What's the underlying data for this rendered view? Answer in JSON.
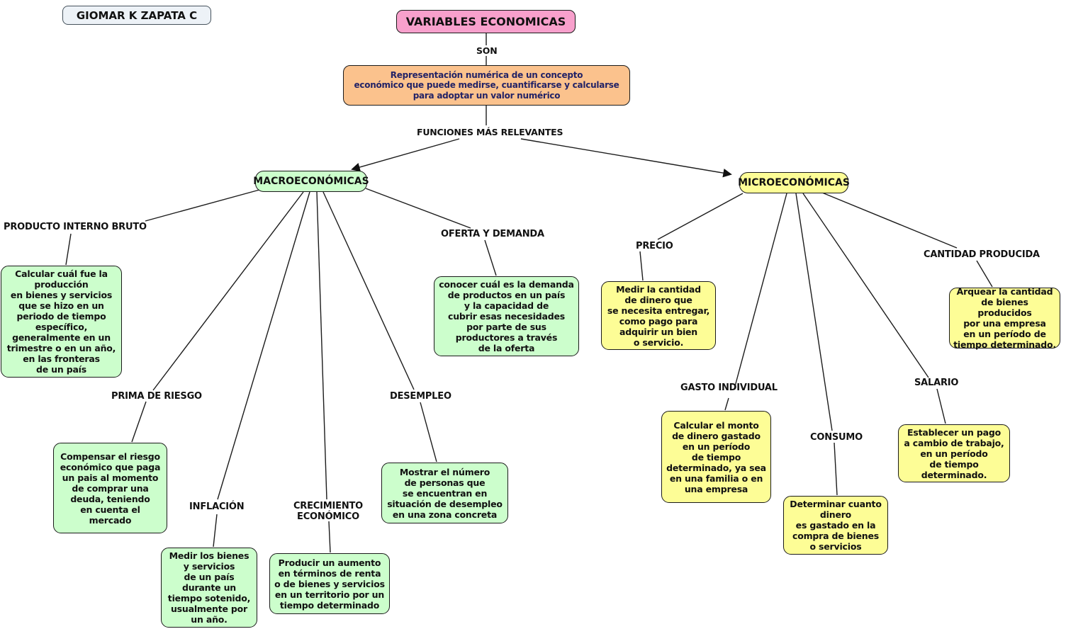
{
  "author": "GIOMAR K ZAPATA C",
  "root_label": "VARIABLES ECONOMICAS",
  "definition": "Representación numérica de un concepto\neconómico que puede medirse, cuantificarse y calcularse\npara adoptar un valor numérico",
  "link_labels": {
    "son": "SON",
    "funciones": "FUNCIONES MÁS RELEVANTES"
  },
  "branches": {
    "macro": {
      "label": "MACROECONÓMICAS"
    },
    "micro": {
      "label": "MICROECONÓMICAS"
    }
  },
  "macro_concepts": [
    {
      "id": "pib",
      "label": "PRODUCTO INTERNO BRUTO",
      "desc": "Calcular cuál fue la\nproducción\nen bienes y servicios\nque se hizo en un\nperiodo de tiempo\nespecífico,\ngeneralmente en un\ntrimestre o en un año,\nen las fronteras\nde un país"
    },
    {
      "id": "prima",
      "label": "PRIMA DE RIESGO",
      "desc": "Compensar el riesgo\neconómico que paga\nun pais al momento\nde comprar una\ndeuda, teniendo\nen cuenta el\nmercado"
    },
    {
      "id": "inflacion",
      "label": "INFLACIÓN",
      "desc": "Medir los bienes\ny servicios\nde un país\ndurante un\ntiempo sotenido,\nusualmente por\nun año."
    },
    {
      "id": "crecimiento",
      "label": "CRECIMIENTO\nECONÓMICO",
      "desc": "Producir un aumento\nen términos de renta\no de bienes y servicios\nen un territorio por un\ntiempo determinado"
    },
    {
      "id": "desempleo",
      "label": "DESEMPLEO",
      "desc": "Mostrar el número\nde personas que\nse encuentran en\nsituación de desempleo\nen una zona concreta"
    },
    {
      "id": "oferta",
      "label": "OFERTA Y DEMANDA",
      "desc": "conocer cuál es la demanda\nde productos en un país\ny la capacidad de\ncubrir esas necesidades\npor parte de sus\nproductores a través\nde la oferta"
    }
  ],
  "micro_concepts": [
    {
      "id": "precio",
      "label": "PRECIO",
      "desc": "Medir la cantidad\nde dinero que\nse necesita entregar,\ncomo pago para\nadquirir un bien\no servicio."
    },
    {
      "id": "gasto",
      "label": "GASTO INDIVIDUAL",
      "desc": "Calcular el monto\nde dinero gastado\nen un período\nde tiempo\ndeterminado, ya sea\nen una familia o en\nuna empresa"
    },
    {
      "id": "consumo",
      "label": "CONSUMO",
      "desc": "Determinar cuanto\ndinero\nes gastado en la\ncompra de bienes\no servicios"
    },
    {
      "id": "salario",
      "label": "SALARIO",
      "desc": "Establecer un pago\na cambio de trabajo,\nen un período\nde tiempo\ndeterminado."
    },
    {
      "id": "cantidad",
      "label": "CANTIDAD PRODUCIDA",
      "desc": "Arquear la cantidad\nde bienes producidos\npor una empresa\nen un período de\ntiempo determinado."
    }
  ],
  "colors": {
    "root_fill": "#f8a0cc",
    "definition_fill": "#fbc28d",
    "definition_text": "#222266",
    "macro_fill": "#ccfecc",
    "micro_fill": "#fdfd96",
    "author_fill": "#edf2f7",
    "line": "#1c1c1c",
    "text": "#111111"
  }
}
